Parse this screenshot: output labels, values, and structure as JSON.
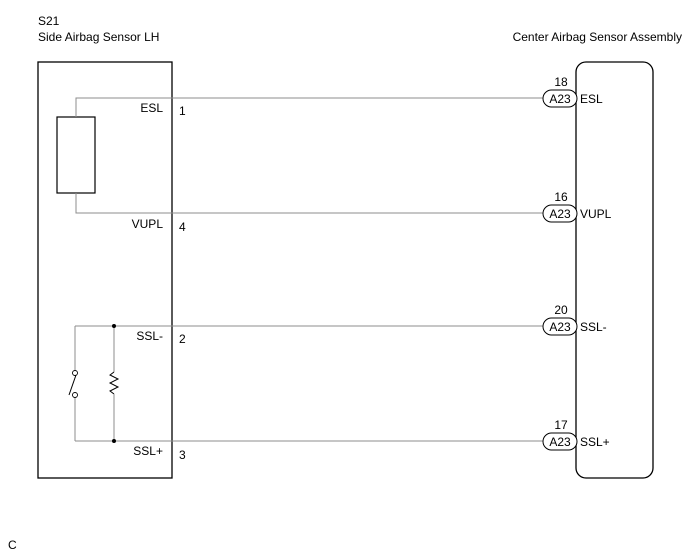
{
  "sensor": {
    "code": "S21",
    "name": "Side Airbag Sensor LH"
  },
  "assembly": {
    "name": "Center Airbag Sensor Assembly"
  },
  "connector_label": "A23",
  "footer_code": "C",
  "wires": [
    {
      "left_label": "ESL",
      "left_pin": "1",
      "right_pin": "18",
      "right_label": "ESL"
    },
    {
      "left_label": "VUPL",
      "left_pin": "4",
      "right_pin": "16",
      "right_label": "VUPL"
    },
    {
      "left_label": "SSL-",
      "left_pin": "2",
      "right_pin": "20",
      "right_label": "SSL-"
    },
    {
      "left_label": "SSL+",
      "left_pin": "3",
      "right_pin": "17",
      "right_label": "SSL+"
    }
  ]
}
